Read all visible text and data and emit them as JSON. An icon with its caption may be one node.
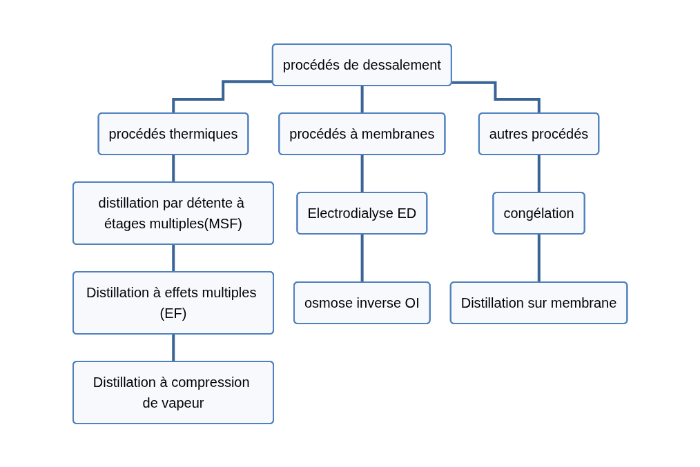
{
  "diagram": {
    "nodes": [
      {
        "text": [
          "procédés de dessalement"
        ]
      },
      {
        "text": [
          "procédés thermiques"
        ]
      },
      {
        "text": [
          "procédés à membranes"
        ]
      },
      {
        "text": [
          "autres procédés"
        ]
      },
      {
        "text": [
          "distillation par détente à étages multiples(MSF)"
        ]
      },
      {
        "text": [
          "Distillation à effets multiples (EF)"
        ]
      },
      {
        "text": [
          "Distillation à compression de vapeur"
        ]
      },
      {
        "text": [
          "Electrodialyse ED"
        ]
      },
      {
        "text": [
          "osmose inverse OI"
        ]
      },
      {
        "text": [
          "congélation"
        ]
      },
      {
        "text": [
          "Distillation sur membrane"
        ]
      }
    ],
    "edges": [
      {
        "from": 0,
        "to": 1,
        "arrow": "none"
      },
      {
        "from": 0,
        "to": 2,
        "arrow": "none"
      },
      {
        "from": 0,
        "to": 3,
        "arrow": "none"
      },
      {
        "from": 1,
        "to": 4,
        "arrow": "none"
      },
      {
        "from": 4,
        "to": 5,
        "arrow": "none"
      },
      {
        "from": 5,
        "to": 6,
        "arrow": "none"
      },
      {
        "from": 2,
        "to": 7,
        "arrow": "none"
      },
      {
        "from": 7,
        "to": 8,
        "arrow": "none"
      },
      {
        "from": 3,
        "to": 9,
        "arrow": "none"
      },
      {
        "from": 9,
        "to": 10,
        "arrow": "none"
      }
    ]
  }
}
